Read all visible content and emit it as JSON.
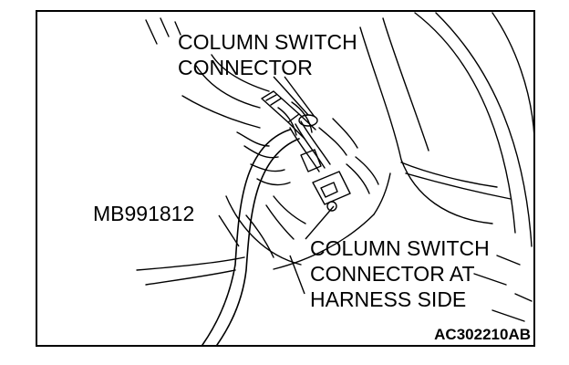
{
  "figure": {
    "labels": {
      "column_switch_connector": [
        "COLUMN SWITCH",
        "CONNECTOR"
      ],
      "tool": "MB991812",
      "harness_side_connector": [
        "COLUMN SWITCH",
        "CONNECTOR AT",
        "HARNESS SIDE"
      ]
    },
    "figure_id": "AC302210AB"
  }
}
